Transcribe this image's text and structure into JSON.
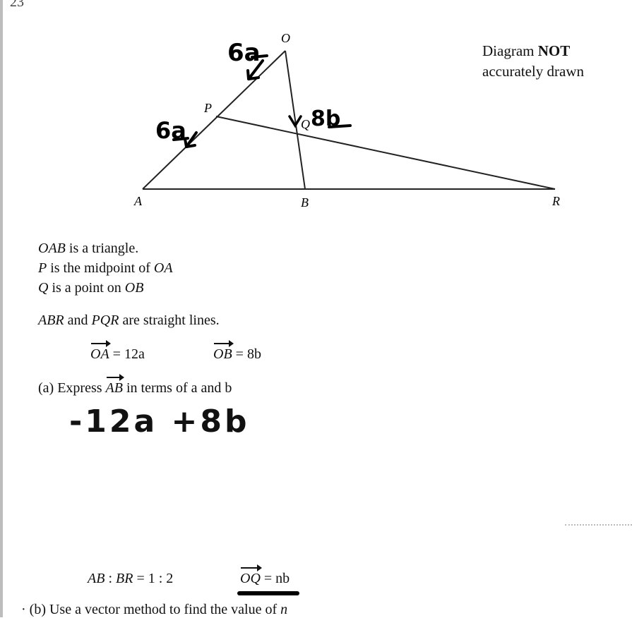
{
  "question_number": "23",
  "diagram": {
    "points": {
      "O": "O",
      "P": "P",
      "Q": "Q",
      "A": "A",
      "B": "B",
      "R": "R"
    },
    "note_line1": "Diagram ",
    "note_bold": "NOT",
    "note_line2": "accurately drawn",
    "handwritten": {
      "upper_oa": "6a",
      "lower_pa": "6a",
      "ob_label": "8b"
    }
  },
  "statements": {
    "s1_var": "OAB",
    "s1_text": " is a triangle.",
    "s2_var": "P",
    "s2_text": " is the midpoint of ",
    "s2_var2": "OA",
    "s3_var": "Q",
    "s3_text": " is a point on ",
    "s3_var2": "OB",
    "s4_var": "ABR",
    "s4_mid": " and ",
    "s4_var2": "PQR",
    "s4_text": " are straight lines."
  },
  "vectors": {
    "oa_name": "OA",
    "oa_value": " = 12a",
    "ob_name": "OB",
    "ob_value": " = 8b"
  },
  "part_a": {
    "prefix": "(a)  Express ",
    "vector": "AB",
    "suffix": "  in terms of a and b",
    "handwritten_answer": "-12a +8b"
  },
  "part_b_info": {
    "ratio_var": "AB",
    "ratio_sep": " : ",
    "ratio_var2": "BR",
    "ratio_value": " = 1 : 2",
    "oq_name": "OQ",
    "oq_value": " = nb"
  },
  "part_b": {
    "bullet": "·",
    "text": " (b)  Use a vector method to find the value of ",
    "var": "n"
  }
}
